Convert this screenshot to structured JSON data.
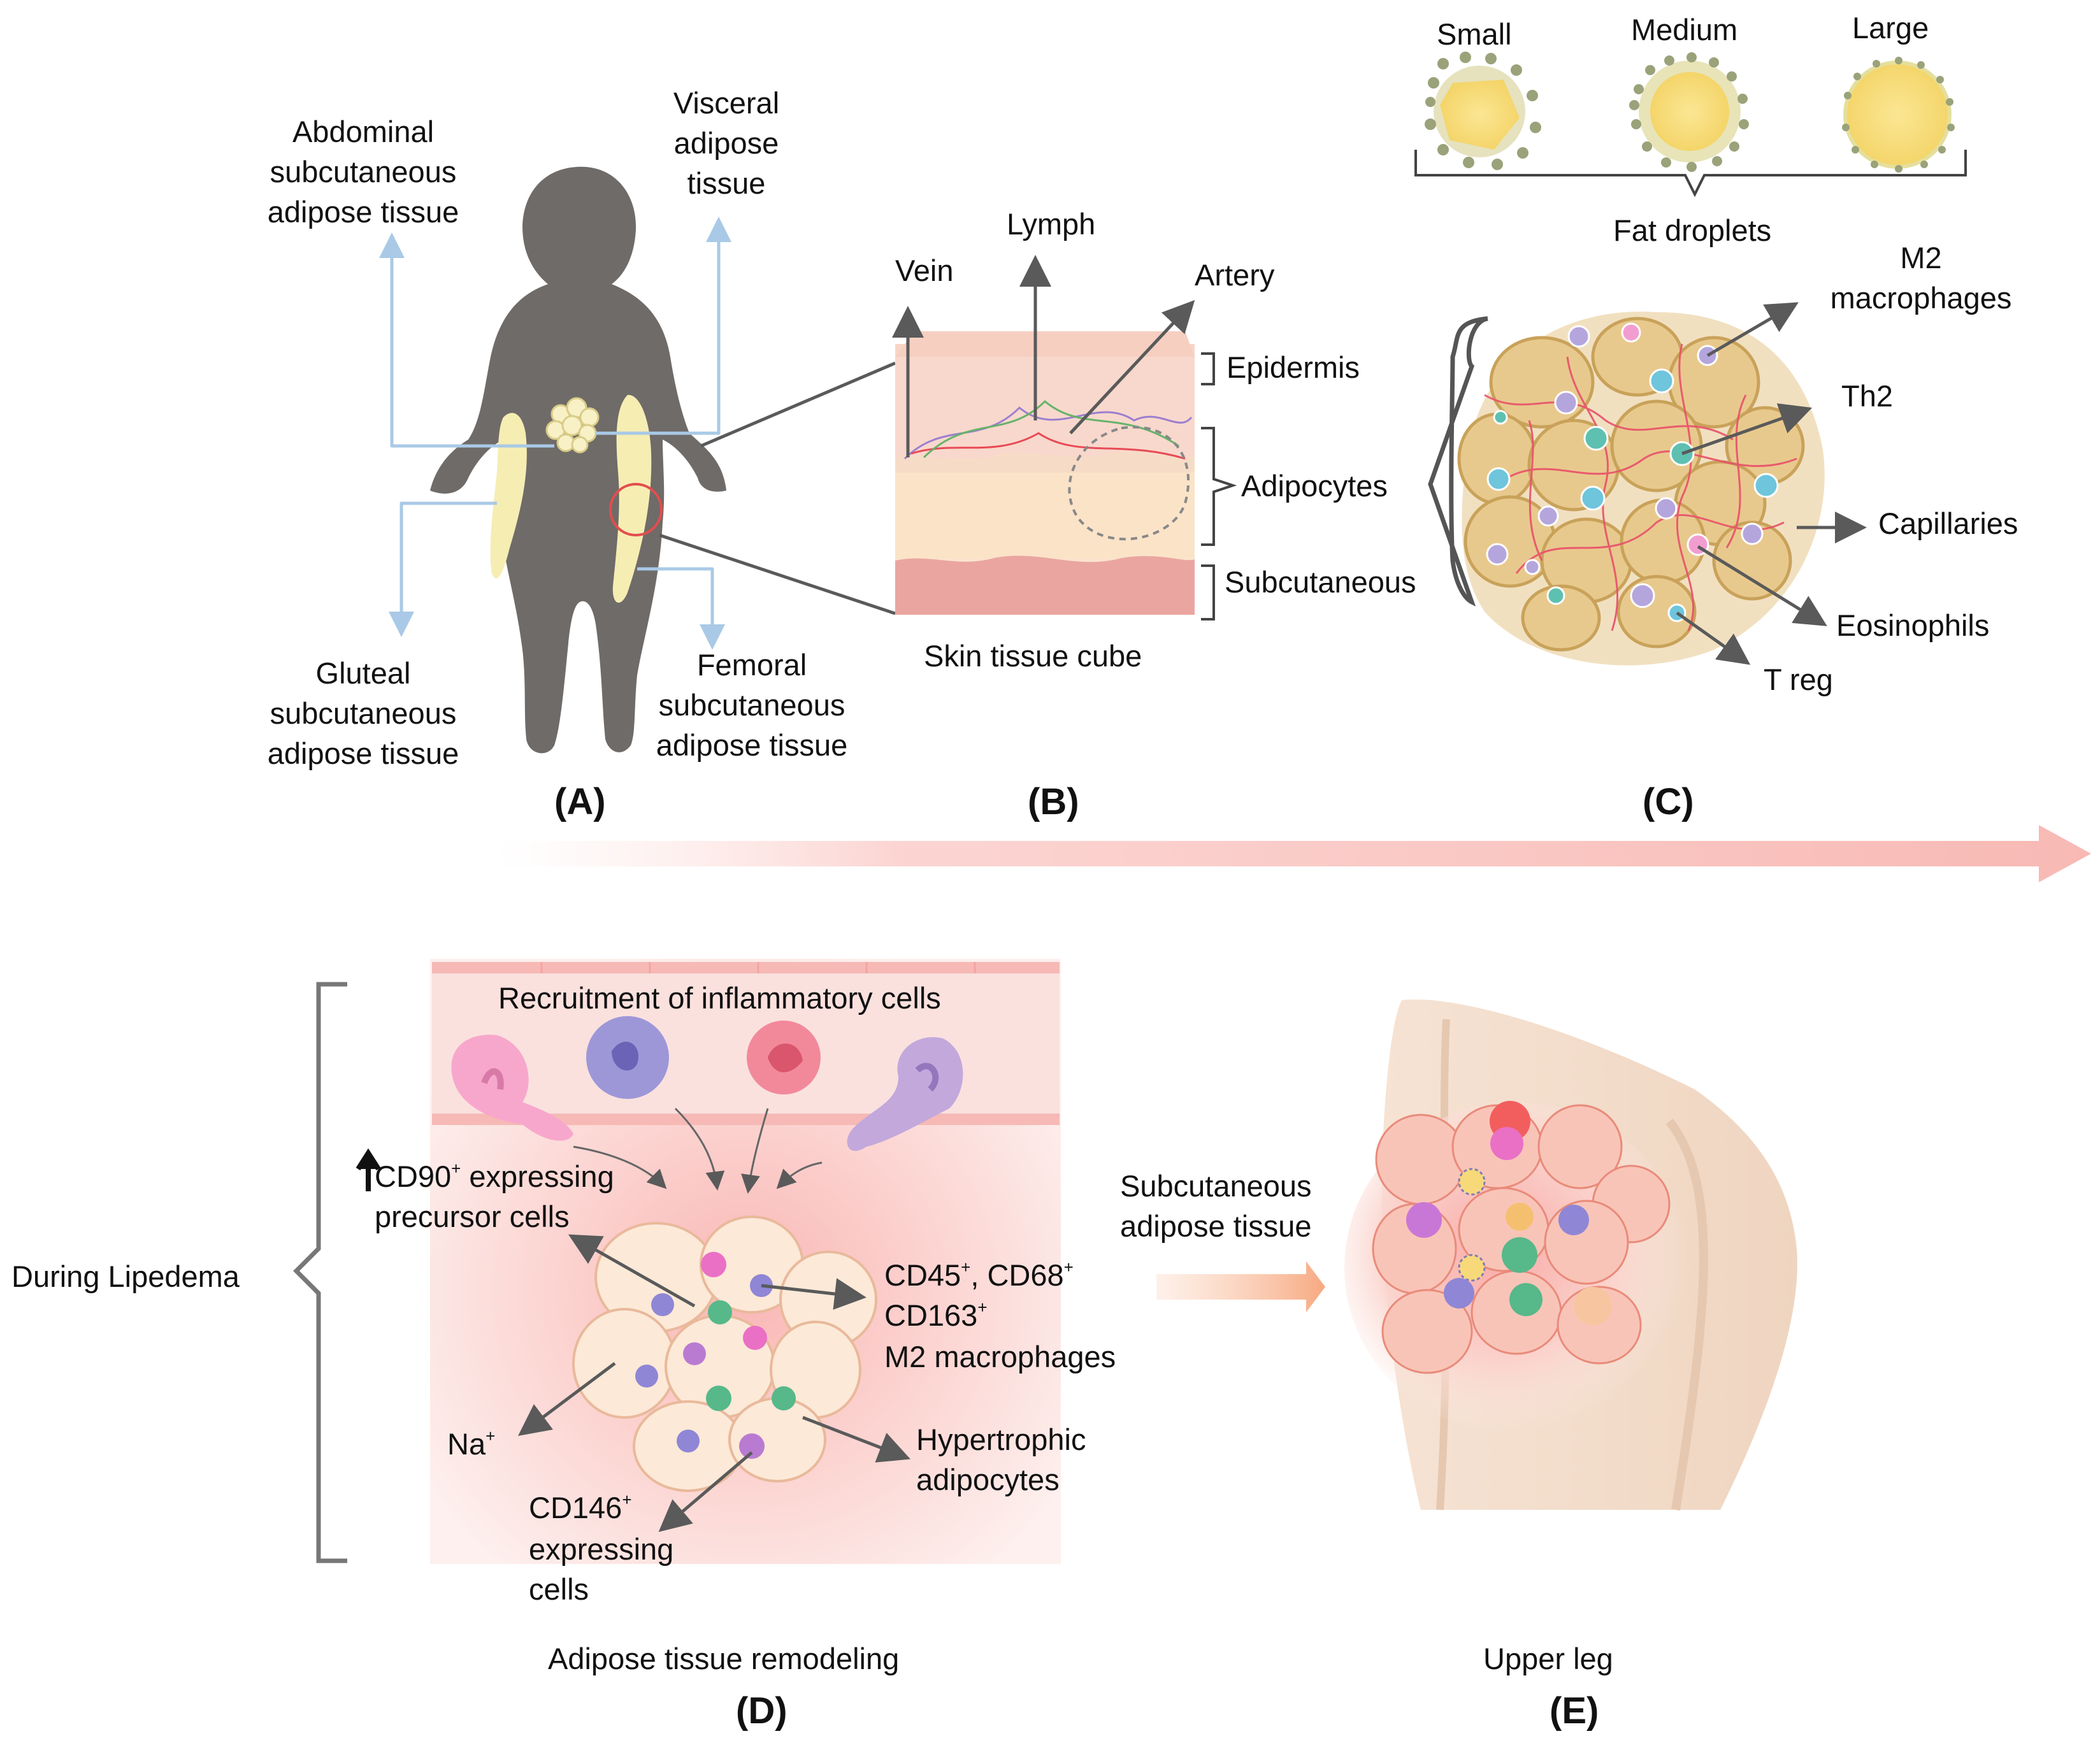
{
  "panel_a": {
    "label": "(A)",
    "abdominal": [
      "Abdominal",
      "subcutaneous",
      "adipose tissue"
    ],
    "visceral": [
      "Visceral",
      "adipose",
      "tissue"
    ],
    "gluteal": [
      "Gluteal",
      "subcutaneous",
      "adipose tissue"
    ],
    "femoral": [
      "Femoral",
      "subcutaneous",
      "adipose tissue"
    ]
  },
  "panel_b": {
    "label": "(B)",
    "vein": "Vein",
    "lymph": "Lymph",
    "artery": "Artery",
    "epidermis": "Epidermis",
    "adipocytes": "Adipocytes",
    "subcutaneous": "Subcutaneous",
    "caption": "Skin tissue cube"
  },
  "panel_c": {
    "label": "(C)",
    "small": "Small",
    "medium": "Medium",
    "large": "Large",
    "fat_droplets": "Fat droplets",
    "m2": [
      "M2",
      "macrophages"
    ],
    "th2": "Th2",
    "capillaries": "Capillaries",
    "eosinophils": "Eosinophils",
    "treg": "T reg"
  },
  "panel_d": {
    "label": "(D)",
    "recruitment": "Recruitment of inflammatory cells",
    "during": "During Lipedema",
    "cd90_main": "CD90",
    "cd90_sup": "+",
    "cd90_rest": " expressing",
    "cd90_line2": "precursor cells",
    "cd45": "CD45",
    "cd45_sup": "+",
    "cd68": ", CD68",
    "cd68_sup": "+",
    "cd163": "CD163",
    "cd163_sup": "+",
    "m2": "M2 macrophages",
    "na": "Na",
    "na_sup": "+",
    "cd146": "CD146",
    "cd146_sup": "+",
    "cd146_line2": "expressing",
    "cd146_line3": "cells",
    "hypertrophic": [
      "Hypertrophic",
      "adipocytes"
    ],
    "caption": "Adipose tissue remodeling"
  },
  "panel_e": {
    "label": "(E)",
    "sat": [
      "Subcutaneous",
      "adipose tissue"
    ],
    "caption": "Upper leg"
  },
  "colors": {
    "body_gray": "#6f6b68",
    "fat_yellow": "#f6edb3",
    "arrow_blue": "#a9c9e6",
    "arrow_gray": "#5a5a5a",
    "pink_band": "#f7b7b4",
    "adipocyte_fill": "#e8c98d",
    "adipocyte_stroke": "#c9a25a",
    "capillary_red": "#e8506a",
    "m2_purple": "#b4a6dd",
    "th2_teal": "#5ec0b0",
    "treg_blue": "#6ec5dc",
    "eos_pink": "#f29dd0",
    "transition_arrow": "#f6a99d"
  }
}
